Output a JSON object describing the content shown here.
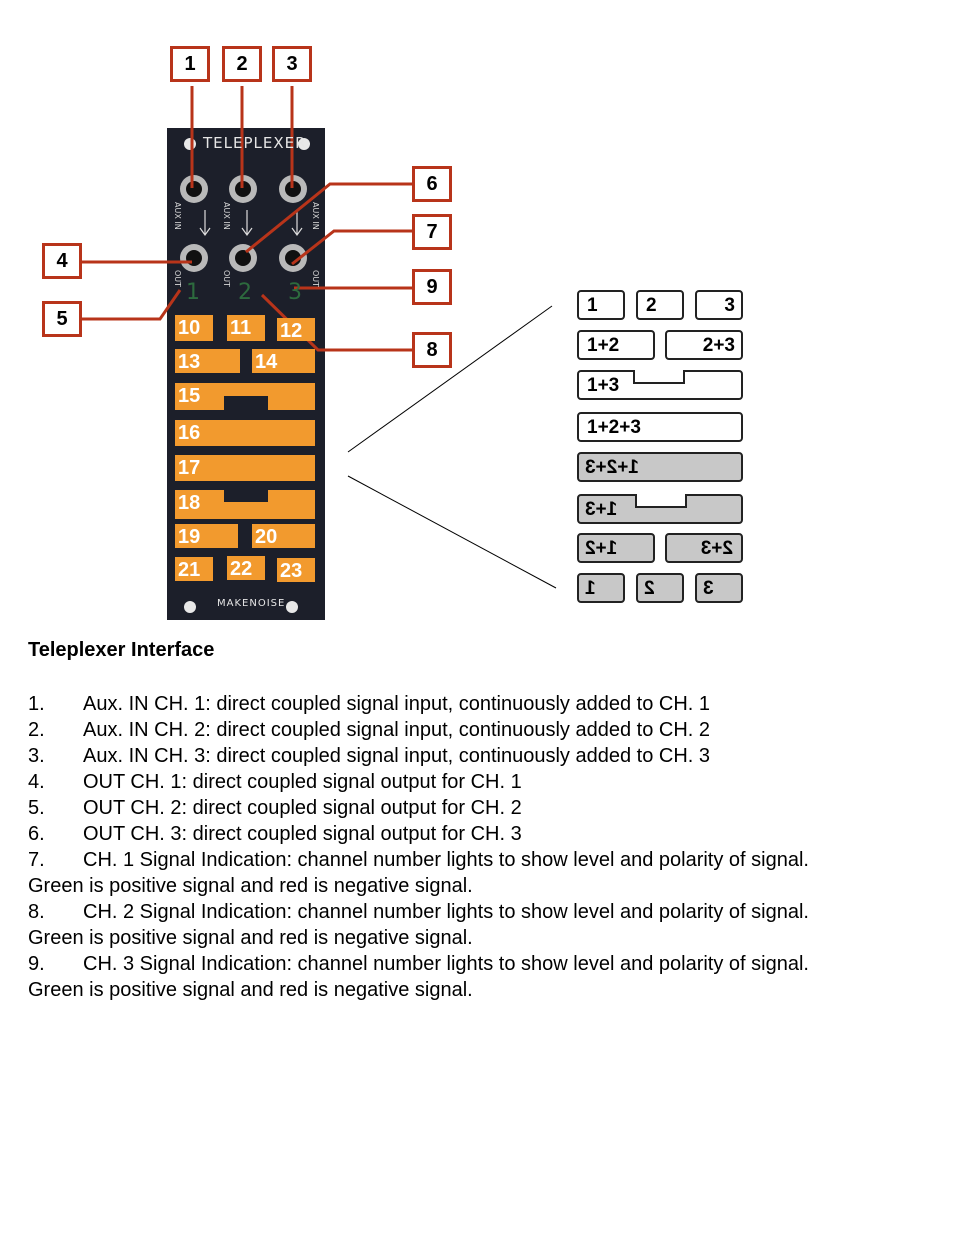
{
  "panel": {
    "title": "TELEPLEXER",
    "brand": "MAKENOISE",
    "aux_label": "AUX IN",
    "out_label": "OUT",
    "channel_numbers": [
      "1",
      "2",
      "3"
    ]
  },
  "callouts": [
    "1",
    "2",
    "3",
    "4",
    "5",
    "6",
    "7",
    "8",
    "9"
  ],
  "pads": [
    "10",
    "11",
    "12",
    "13",
    "14",
    "15",
    "16",
    "17",
    "18",
    "19",
    "20",
    "21",
    "22",
    "23"
  ],
  "key": {
    "top": [
      {
        "left": "1"
      },
      {
        "left": "2"
      },
      {
        "right": "3"
      },
      {
        "left": "1+2"
      },
      {
        "right": "2+3"
      },
      {
        "left": "1+3"
      },
      {
        "left": "1+2+3"
      }
    ],
    "mirrored": [
      {
        "left": "1+2+3"
      },
      {
        "left": "1+3"
      },
      {
        "left": "1+2"
      },
      {
        "right": "2+3"
      },
      {
        "left": "1"
      },
      {
        "left": "2"
      },
      {
        "left": "3"
      }
    ]
  },
  "colors": {
    "callout": "#b8341a",
    "pad": "#f29a2e",
    "panel": "#1c1f2a"
  },
  "document": {
    "title": "Teleplexer Interface",
    "items": [
      {
        "num": "1.",
        "text": "Aux. IN CH. 1: direct coupled signal input, continuously added to CH. 1"
      },
      {
        "num": "2.",
        "text": "Aux. IN CH. 2: direct coupled signal input, continuously added to CH. 2"
      },
      {
        "num": "3.",
        "text": "Aux. IN CH. 3: direct coupled signal input, continuously added to CH. 3"
      },
      {
        "num": "4.",
        "text": "OUT CH. 1: direct coupled signal output for CH. 1"
      },
      {
        "num": "5.",
        "text": "OUT CH. 2: direct coupled signal output for CH. 2"
      },
      {
        "num": "6.",
        "text": "OUT CH. 3: direct coupled signal output for CH. 3"
      },
      {
        "num": "7.",
        "text": "CH. 1 Signal Indication: channel number lights to show level and polarity of signal.",
        "cont": "Green is positive signal and red is negative signal."
      },
      {
        "num": "8.",
        "text": "CH. 2 Signal Indication: channel number lights to show level and polarity of signal.",
        "cont": "Green is positive signal and red is negative signal."
      },
      {
        "num": "9.",
        "text": "CH. 3 Signal Indication: channel number lights to show level and polarity of signal.",
        "cont": "Green is positive signal and red is negative signal."
      }
    ]
  }
}
